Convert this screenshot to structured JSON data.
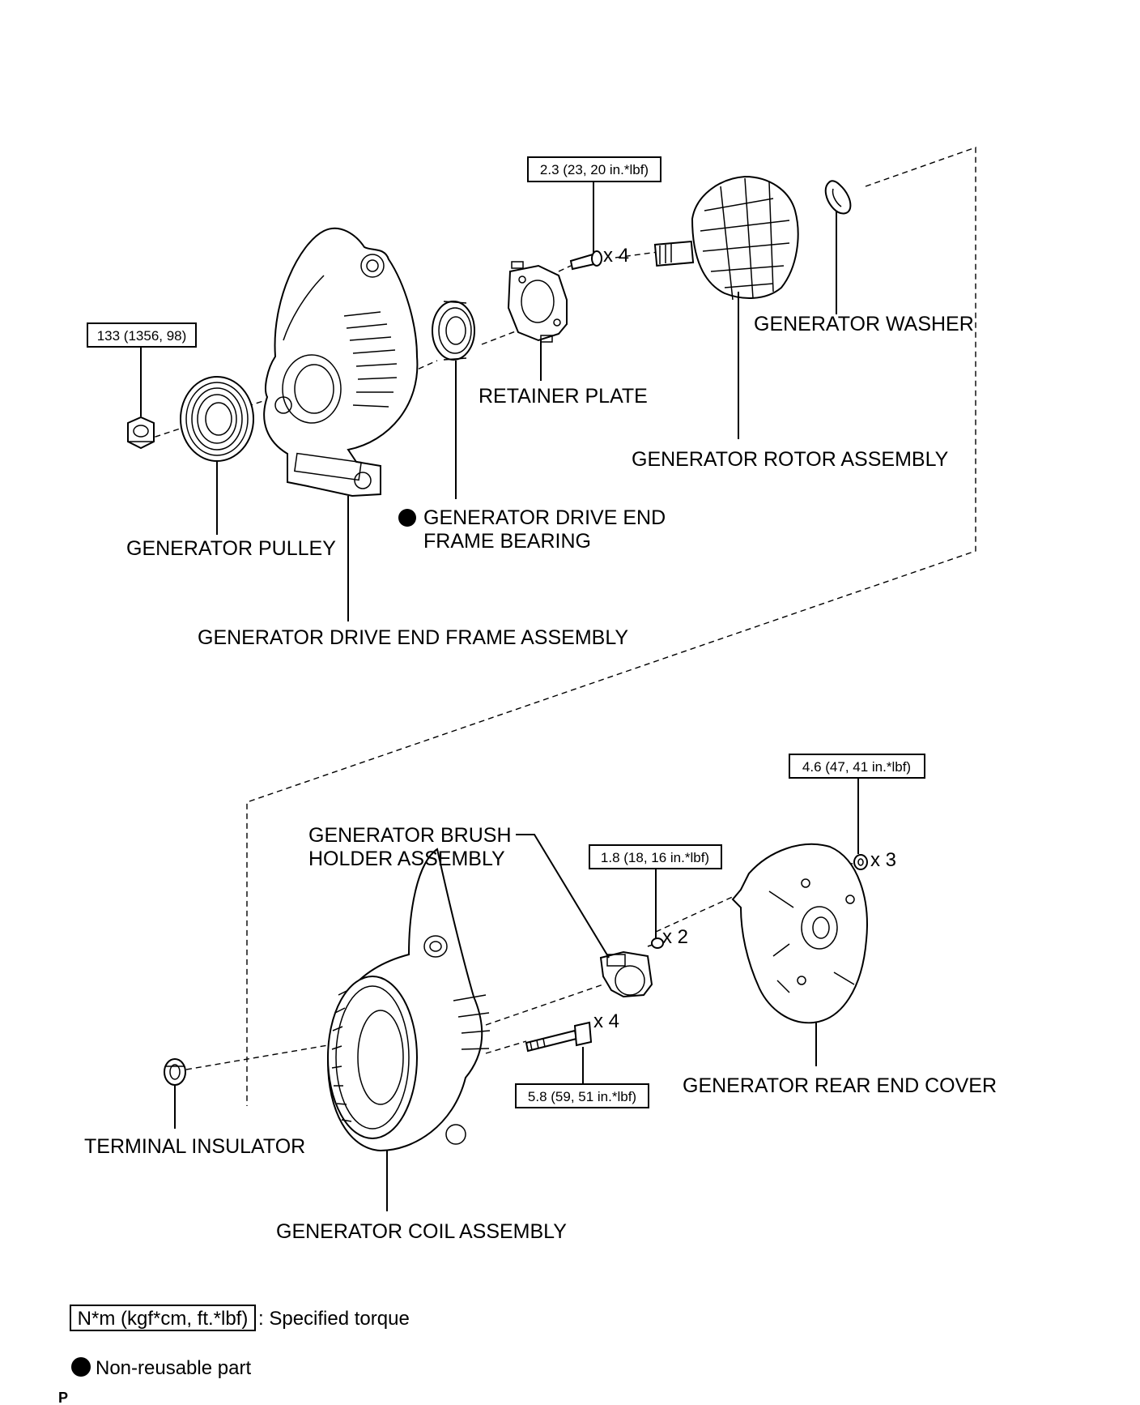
{
  "labels": {
    "generator_washer": "GENERATOR WASHER",
    "retainer_plate": "RETAINER PLATE",
    "generator_rotor_assembly": "GENERATOR ROTOR ASSEMBLY",
    "generator_drive_end_frame_bearing_line1": "GENERATOR DRIVE END",
    "generator_drive_end_frame_bearing_line2": "FRAME BEARING",
    "generator_pulley": "GENERATOR PULLEY",
    "generator_drive_end_frame_assembly": "GENERATOR DRIVE END FRAME ASSEMBLY",
    "generator_brush_holder_line1": "GENERATOR BRUSH",
    "generator_brush_holder_line2": "HOLDER ASSEMBLY",
    "generator_rear_end_cover": "GENERATOR REAR END COVER",
    "terminal_insulator": "TERMINAL INSULATOR",
    "generator_coil_assembly": "GENERATOR COIL ASSEMBLY"
  },
  "torques": {
    "retainer_screws": "2.3 (23, 20 in.*lbf)",
    "pulley_nut": "133 (1356, 98)",
    "rear_cover_nuts": "4.6 (47, 41 in.*lbf)",
    "brush_holder_screws": "1.8 (18, 16 in.*lbf)",
    "through_bolts": "5.8 (59, 51 in.*lbf)"
  },
  "quantities": {
    "retainer_screws": "x 4",
    "rear_cover_nuts": "x 3",
    "brush_holder_screws": "x 2",
    "through_bolts": "x 4"
  },
  "legend": {
    "torque_unit": "N*m (kgf*cm, ft.*lbf)",
    "torque_text": ": Specified torque",
    "nonreusable_text": "Non-reusable part"
  },
  "page_code": "P"
}
